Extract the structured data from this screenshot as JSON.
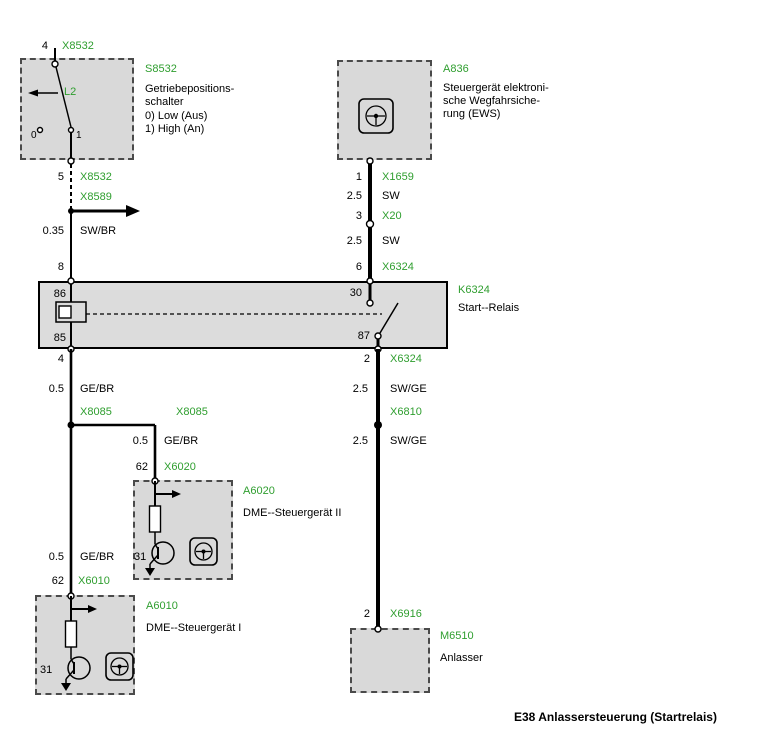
{
  "colors": {
    "green": "#2f9e2f",
    "box_fill": "#d9d9d9",
    "wire": "#000000"
  },
  "footer": {
    "title": "E38 Anlassersteuerung (Startrelais)"
  },
  "s8532": {
    "pin_top": "4",
    "conn_top": "X8532",
    "switch_label": "L2",
    "pos0": "0",
    "pos1": "1",
    "ref": "S8532",
    "desc": [
      "Getriebepositions-",
      "schalter",
      "0) Low (Aus)",
      "1) High (An)"
    ],
    "pin_bottom": "5",
    "conn_bottom": "X8532",
    "branch_conn": "X8589",
    "wire_size": "0.35",
    "wire_color": "SW/BR",
    "relay_pin": "8"
  },
  "a836": {
    "ref": "A836",
    "desc": [
      "Steuergerät elektroni-",
      "sche Wegfahrsiche-",
      "rung (EWS)"
    ],
    "pin1": "1",
    "conn1": "X1659",
    "wire1_size": "2.5",
    "wire1_color": "SW",
    "pin3": "3",
    "conn3": "X20",
    "wire2_size": "2.5",
    "wire2_color": "SW",
    "pin6": "6",
    "conn6": "X6324"
  },
  "relay": {
    "ref": "K6324",
    "name": "Start--Relais",
    "pin86": "86",
    "pin30": "30",
    "pin85": "85",
    "pin87": "87"
  },
  "left_branch": {
    "pin_out": "4",
    "wire1_size": "0.5",
    "wire1_color": "GE/BR",
    "splice": "X8085",
    "branch_conn": "X8085",
    "wire2_size": "0.5",
    "wire2_color": "GE/BR",
    "pin62_b": "62",
    "conn_b": "X6020",
    "a6020": {
      "ref": "A6020",
      "name": "DME--Steuergerät II",
      "pin31": "31"
    },
    "wire3_size": "0.5",
    "wire3_color": "GE/BR",
    "pin62_a": "62",
    "conn_a": "X6010",
    "a6010": {
      "ref": "A6010",
      "name": "DME--Steuergerät I",
      "pin31": "31"
    }
  },
  "right_branch": {
    "pin_out": "2",
    "conn_out": "X6324",
    "wire1_size": "2.5",
    "wire1_color": "SW/GE",
    "splice": "X6810",
    "wire2_size": "2.5",
    "wire2_color": "SW/GE",
    "pin_in": "2",
    "conn_in": "X6916",
    "m6510": {
      "ref": "M6510",
      "name": "Anlasser"
    }
  }
}
